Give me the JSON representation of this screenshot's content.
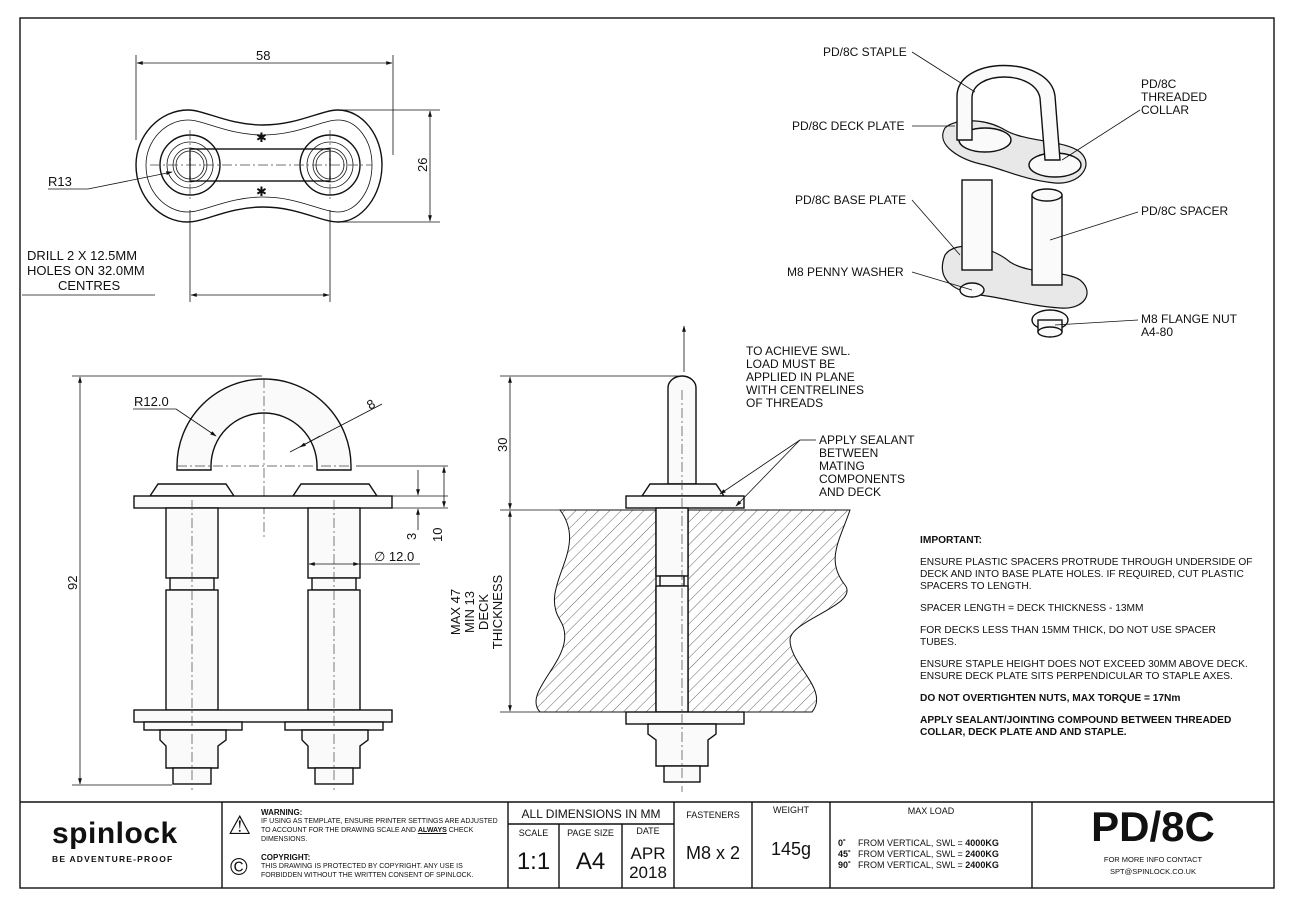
{
  "top_view": {
    "dim_width": "58",
    "dim_height": "26",
    "radius": "R13",
    "drill_note": [
      "DRILL 2 X 12.5MM",
      "HOLES ON 32.0MM",
      "CENTRES"
    ]
  },
  "front_view": {
    "dim_height": "92",
    "radius": "R12.0",
    "rod_dia": "8",
    "dim_3": "3",
    "dim_10": "10",
    "spacer_dia": "∅ 12.0"
  },
  "side_view": {
    "dim_30": "30",
    "deck_thickness": [
      "MAX 47",
      "MIN 13",
      "DECK",
      "THICKNESS"
    ],
    "swl_note": [
      "TO ACHIEVE SWL.",
      "LOAD MUST BE",
      "APPLIED IN PLANE",
      "WITH CENTRELINES",
      "OF THREADS"
    ],
    "sealant_note": [
      "APPLY SEALANT",
      "BETWEEN",
      "MATING",
      "COMPONENTS",
      "AND DECK"
    ]
  },
  "iso_labels": {
    "staple": "PD/8C STAPLE",
    "deck_plate": "PD/8C DECK PLATE",
    "base_plate": "PD/8C BASE PLATE",
    "penny_washer": "M8 PENNY WASHER",
    "threaded_collar": [
      "PD/8C",
      "THREADED",
      "COLLAR"
    ],
    "spacer": "PD/8C SPACER",
    "flange_nut": [
      "M8 FLANGE NUT",
      "A4-80"
    ]
  },
  "notes": {
    "heading": "IMPORTANT:",
    "n1": "ENSURE PLASTIC SPACERS PROTRUDE THROUGH UNDERSIDE OF DECK AND INTO BASE PLATE HOLES. IF REQUIRED, CUT PLASTIC SPACERS TO LENGTH.",
    "n2": "SPACER LENGTH = DECK THICKNESS - 13MM",
    "n3": "FOR DECKS LESS THAN 15MM THICK, DO NOT USE SPACER TUBES.",
    "n4a": "ENSURE STAPLE HEIGHT DOES NOT EXCEED 30MM ABOVE DECK.",
    "n4b": "ENSURE DECK PLATE SITS PERPENDICULAR TO STAPLE AXES.",
    "n5": "DO NOT OVERTIGHTEN NUTS, MAX TORQUE = 17Nm",
    "n6": "APPLY SEALANT/JOINTING COMPOUND BETWEEN THREADED COLLAR, DECK PLATE AND AND STAPLE."
  },
  "title_block": {
    "brand": "spinlock",
    "tagline": "BE ADVENTURE-PROOF",
    "warning_title": "WARNING:",
    "warning_pre": "IF USING AS TEMPLATE, ENSURE PRINTER SETTINGS ARE ADJUSTED TO ACCOUNT FOR THE DRAWING SCALE AND ",
    "warning_em": "ALWAYS",
    "warning_post": " CHECK DIMENSIONS.",
    "copyright_title": "COPYRIGHT:",
    "copyright_text": "THIS DRAWING IS PROTECTED BY COPYRIGHT. ANY USE IS FORBIDDEN WITHOUT THE WRITTEN CONSENT OF SPINLOCK.",
    "dims_heading": "ALL DIMENSIONS IN MM",
    "scale_label": "SCALE",
    "scale_value": "1:1",
    "page_size_label": "PAGE SIZE",
    "page_size_value": "A4",
    "date_label": "DATE",
    "date_value": "APR 2018",
    "fasteners_label": "FASTENERS",
    "fasteners_value": "M8 x 2",
    "weight_label": "WEIGHT",
    "weight_value": "145g",
    "max_load_label": "MAX LOAD",
    "loads": [
      {
        "angle": "0˚",
        "text": "FROM VERTICAL, SWL =",
        "value": "4000KG"
      },
      {
        "angle": "45˚",
        "text": "FROM VERTICAL, SWL =",
        "value": "2400KG"
      },
      {
        "angle": "90˚",
        "text": "FROM VERTICAL, SWL =",
        "value": "2400KG"
      }
    ],
    "part_number": "PD/8C",
    "contact_line1": "FOR MORE INFO CONTACT",
    "contact_line2": "SPT@SPINLOCK.CO.UK"
  }
}
